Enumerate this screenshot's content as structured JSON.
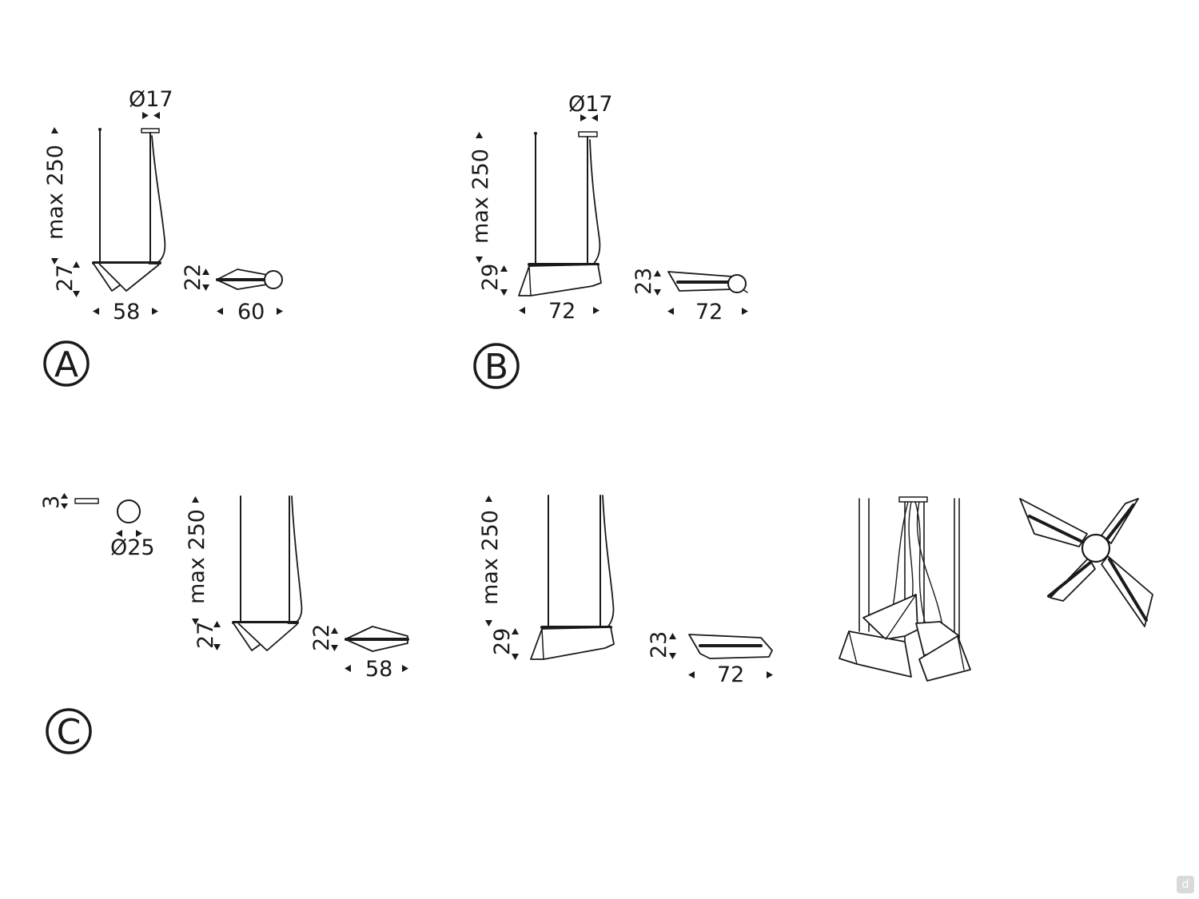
{
  "variants": [
    {
      "letter": "A",
      "height_label": "max 250",
      "canopy_diameter": "Ø17",
      "shade_height": "27",
      "shade_width": "58",
      "top_height": "22",
      "top_width": "60"
    },
    {
      "letter": "B",
      "height_label": "max 250",
      "canopy_diameter": "Ø17",
      "shade_height": "29",
      "shade_width": "72",
      "top_height": "23",
      "top_width": "72"
    },
    {
      "letter": "C",
      "canopy_thickness": "3",
      "canopy_diameter": "Ø25",
      "small": {
        "height_label": "max 250",
        "shade_height": "27",
        "top_height": "22",
        "top_width": "58"
      },
      "large": {
        "height_label": "max 250",
        "shade_height": "29",
        "top_height": "23",
        "top_width": "72"
      }
    }
  ],
  "corner_badge": "d",
  "colors": {
    "line": "#1a1a1a",
    "background": "#ffffff",
    "badge": "#d9d9d9"
  }
}
